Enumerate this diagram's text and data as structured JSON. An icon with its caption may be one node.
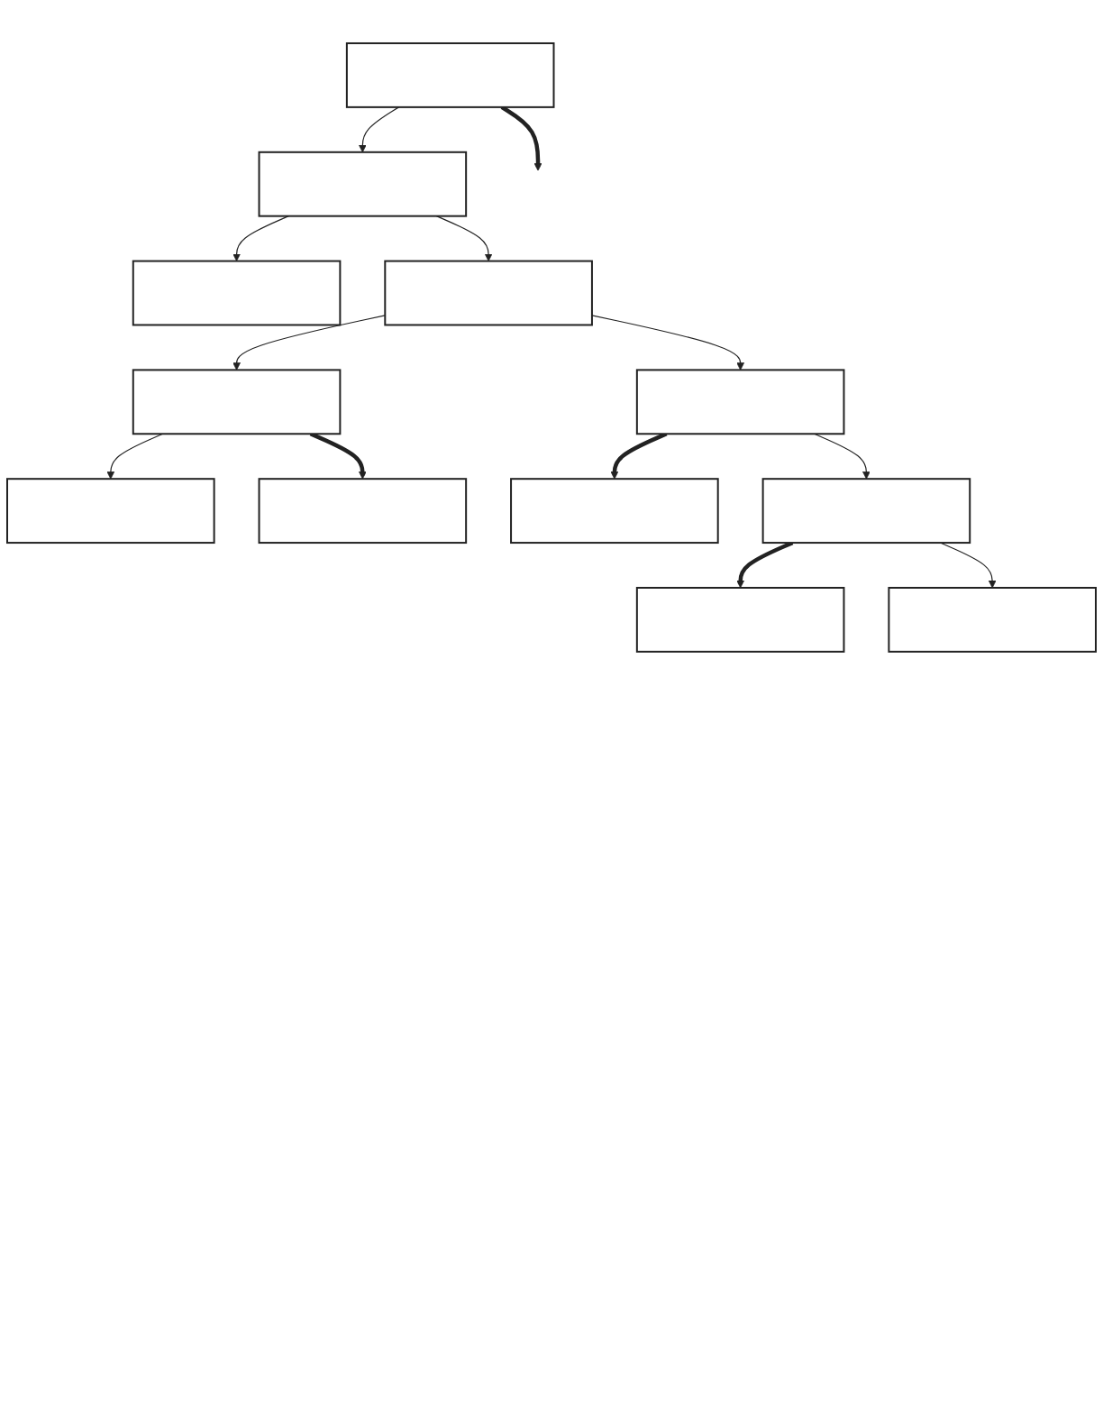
{
  "diagram": {
    "nodes": [
      {
        "text": [],
        "shape": "box"
      },
      {
        "text": [],
        "shape": "box"
      },
      {
        "text": [],
        "shape": "box"
      },
      {
        "text": [],
        "shape": "box"
      },
      {
        "text": [],
        "shape": "box"
      },
      {
        "text": [],
        "shape": "box"
      },
      {
        "text": [],
        "shape": "box"
      },
      {
        "text": [],
        "shape": "box"
      },
      {
        "text": [],
        "shape": "box"
      },
      {
        "text": [],
        "shape": "box"
      },
      {
        "text": [],
        "shape": "box"
      },
      {
        "text": [],
        "shape": "box"
      }
    ],
    "edges": [
      {
        "from": 0,
        "to": 1,
        "arrow": "to"
      },
      {
        "from": 0,
        "to": null,
        "arrow": "to",
        "style": "thick"
      },
      {
        "from": 1,
        "to": 2,
        "arrow": "to"
      },
      {
        "from": 1,
        "to": 3,
        "arrow": "to"
      },
      {
        "from": 3,
        "to": 4,
        "arrow": "to"
      },
      {
        "from": 4,
        "to": 5,
        "arrow": "to"
      },
      {
        "from": 4,
        "to": 6,
        "arrow": "to",
        "style": "thick"
      },
      {
        "from": 3,
        "to": 7,
        "arrow": "to"
      },
      {
        "from": 7,
        "to": 8,
        "arrow": "to",
        "style": "thick"
      },
      {
        "from": 7,
        "to": 9,
        "arrow": "to"
      },
      {
        "from": 9,
        "to": 10,
        "arrow": "to",
        "style": "thick"
      },
      {
        "from": 9,
        "to": 11,
        "arrow": "to"
      }
    ]
  }
}
